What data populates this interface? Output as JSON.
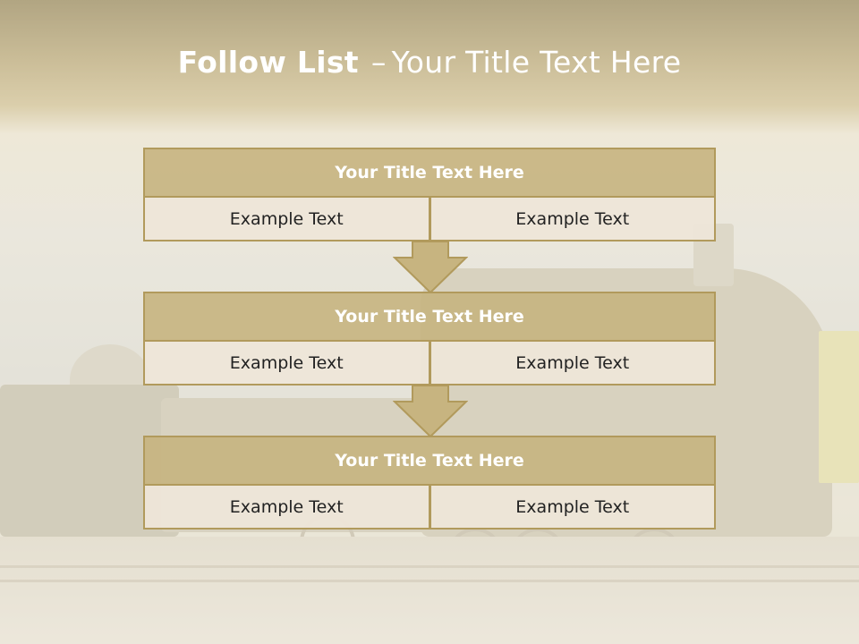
{
  "slide": {
    "title_bold": "Follow List",
    "title_sep": "–",
    "title_rest": "Your Title Text Here"
  },
  "blocks": [
    {
      "title": "Your Title Text Here",
      "cells": [
        "Example Text",
        "Example Text"
      ]
    },
    {
      "title": "Your Title Text Here",
      "cells": [
        "Example Text",
        "Example Text"
      ]
    },
    {
      "title": "Your Title Text Here",
      "cells": [
        "Example Text",
        "Example Text"
      ]
    }
  ],
  "colors": {
    "header_band": "#8a7848",
    "box_header": "#c7b480",
    "box_border": "#b19a5c",
    "cell_fill": "#eee6d9",
    "arrow_fill": "#c7b480"
  },
  "icons": {
    "arrow": "down-arrow-icon"
  }
}
